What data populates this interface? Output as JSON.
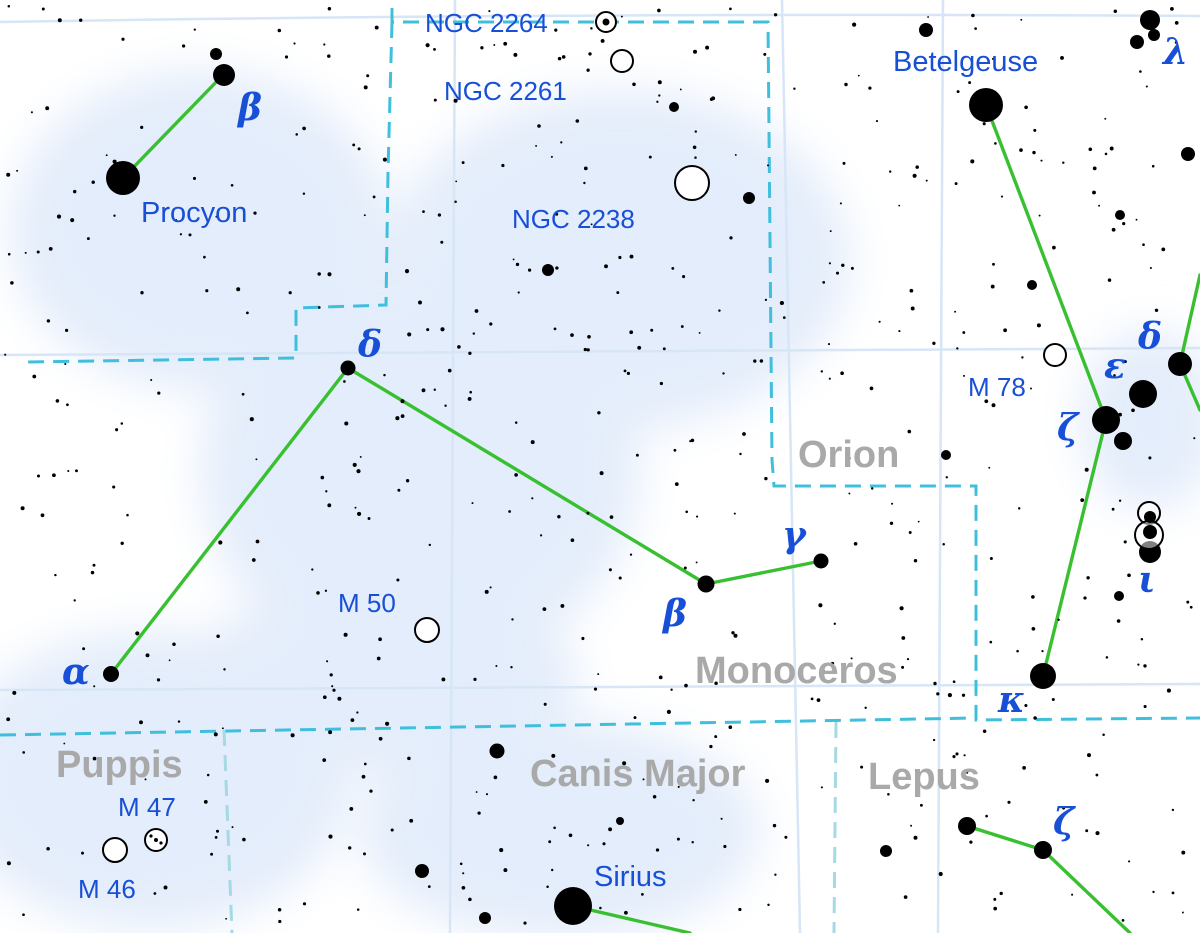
{
  "constellations": [
    {
      "key": "orion",
      "name": "Orion"
    },
    {
      "key": "monoceros",
      "name": "Monoceros"
    },
    {
      "key": "puppis",
      "name": "Puppis"
    },
    {
      "key": "canis_major",
      "name": "Canis Major"
    },
    {
      "key": "lepus",
      "name": "Lepus"
    }
  ],
  "named_stars": [
    {
      "key": "betelgeuse",
      "name": "Betelgeuse"
    },
    {
      "key": "procyon",
      "name": "Procyon"
    },
    {
      "key": "sirius",
      "name": "Sirius"
    }
  ],
  "deep_sky_objects": [
    {
      "key": "ngc2264",
      "name": "NGC 2264"
    },
    {
      "key": "ngc2261",
      "name": "NGC 2261"
    },
    {
      "key": "ngc2238",
      "name": "NGC 2238"
    },
    {
      "key": "m78",
      "name": "M 78"
    },
    {
      "key": "m50",
      "name": "M 50"
    },
    {
      "key": "m47",
      "name": "M 47"
    },
    {
      "key": "m46",
      "name": "M 46"
    }
  ],
  "greek_labels": [
    {
      "key": "cmi_beta",
      "letter": "β"
    },
    {
      "key": "mon_delta",
      "letter": "δ"
    },
    {
      "key": "mon_alpha",
      "letter": "α"
    },
    {
      "key": "mon_beta",
      "letter": "β"
    },
    {
      "key": "mon_gamma",
      "letter": "γ"
    },
    {
      "key": "ori_lambda",
      "letter": "λ"
    },
    {
      "key": "ori_delta",
      "letter": "δ"
    },
    {
      "key": "ori_epsilon",
      "letter": "ε"
    },
    {
      "key": "ori_zeta",
      "letter": "ζ"
    },
    {
      "key": "ori_iota",
      "letter": "ι"
    },
    {
      "key": "ori_kappa",
      "letter": "κ"
    },
    {
      "key": "lep_zeta",
      "letter": "ζ"
    }
  ],
  "colors": {
    "label_blue": "#1750d7",
    "constellation_gray": "#a9a9a9",
    "figure_green": "#38c031",
    "boundary_cyan": "#3fbfdc",
    "grid": "#d6e6f6"
  }
}
